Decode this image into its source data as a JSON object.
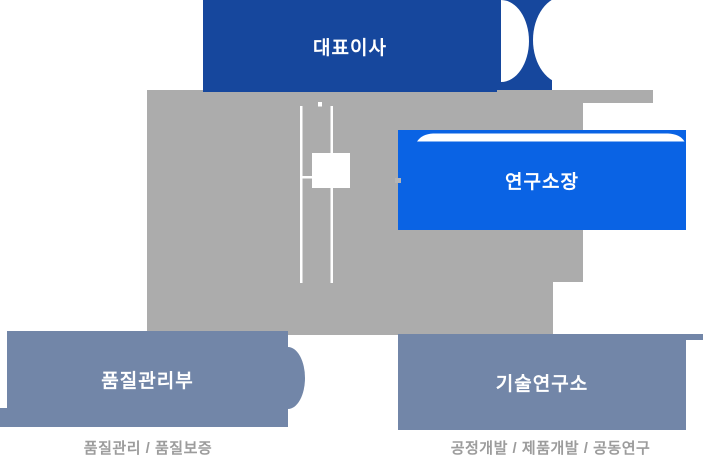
{
  "org_chart": {
    "title_context": "organization-chart",
    "nodes": {
      "ceo": {
        "label": "대표이사"
      },
      "research_director": {
        "label": "연구소장"
      },
      "quality_department": {
        "label": "품질관리부",
        "caption": "품질관리 / 품질보증"
      },
      "tech_research_institute": {
        "label": "기술연구소",
        "caption": "공정개발 / 제품개발 / 공동연구"
      }
    },
    "colors": {
      "ceo_box": "#16479D",
      "research_director_box": "#0A63E4",
      "department_box": "#7286A8",
      "connector_region": "#ACACAC",
      "caption_text": "#9C9C9C",
      "box_text": "#FFFFFF",
      "background": "#FFFFFF"
    }
  }
}
